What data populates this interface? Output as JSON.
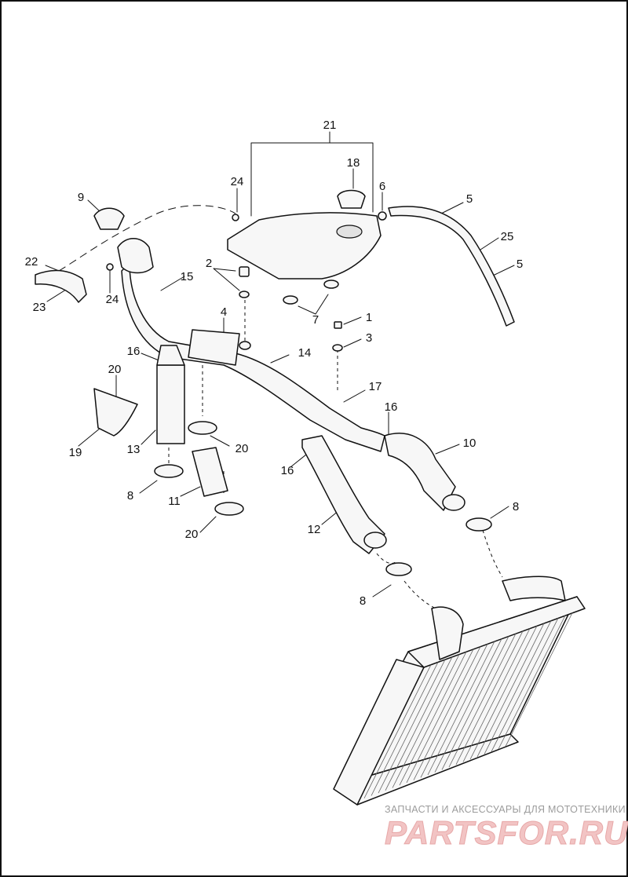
{
  "callouts": [
    {
      "id": "c21",
      "text": "21"
    },
    {
      "id": "c18",
      "text": "18"
    },
    {
      "id": "c24a",
      "text": "24"
    },
    {
      "id": "c6",
      "text": "6"
    },
    {
      "id": "c9",
      "text": "9"
    },
    {
      "id": "c5a",
      "text": "5"
    },
    {
      "id": "c25",
      "text": "25"
    },
    {
      "id": "c5b",
      "text": "5"
    },
    {
      "id": "c22",
      "text": "22"
    },
    {
      "id": "c2",
      "text": "2"
    },
    {
      "id": "c15",
      "text": "15"
    },
    {
      "id": "c23",
      "text": "23"
    },
    {
      "id": "c24b",
      "text": "24"
    },
    {
      "id": "c7",
      "text": "7"
    },
    {
      "id": "c1",
      "text": "1"
    },
    {
      "id": "c4",
      "text": "4"
    },
    {
      "id": "c3",
      "text": "3"
    },
    {
      "id": "c14",
      "text": "14"
    },
    {
      "id": "c16a",
      "text": "16"
    },
    {
      "id": "c20a",
      "text": "20"
    },
    {
      "id": "c17",
      "text": "17"
    },
    {
      "id": "c16b",
      "text": "16"
    },
    {
      "id": "c10",
      "text": "10"
    },
    {
      "id": "c19",
      "text": "19"
    },
    {
      "id": "c13",
      "text": "13"
    },
    {
      "id": "c20b",
      "text": "20"
    },
    {
      "id": "c16c",
      "text": "16"
    },
    {
      "id": "c8a",
      "text": "8"
    },
    {
      "id": "c11",
      "text": "11"
    },
    {
      "id": "c8b",
      "text": "8"
    },
    {
      "id": "c12",
      "text": "12"
    },
    {
      "id": "c20c",
      "text": "20"
    },
    {
      "id": "c8c",
      "text": "8"
    }
  ],
  "watermark": {
    "subtitle": "ЗАПЧАСТИ И АКСЕССУАРЫ ДЛЯ МОТОТЕХНИКИ",
    "brand": "PARTSFOR.RU"
  }
}
